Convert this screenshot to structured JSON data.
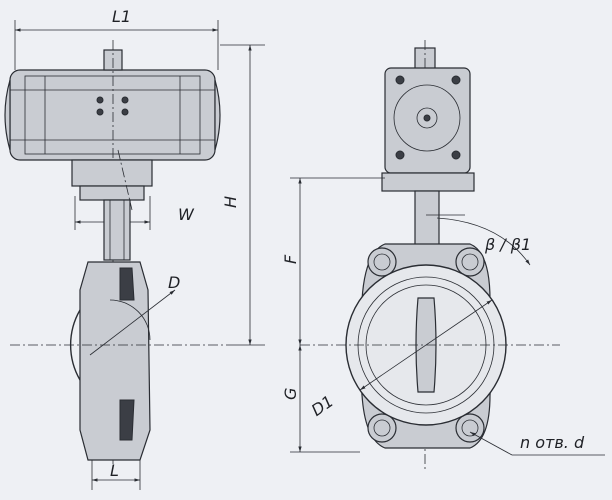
{
  "labels": {
    "L1": "L1",
    "H": "H",
    "W": "W",
    "D": "D",
    "L": "L",
    "beta": "β / β1",
    "F": "F",
    "G": "G",
    "D1": "D1",
    "holes": "n отв. d"
  }
}
